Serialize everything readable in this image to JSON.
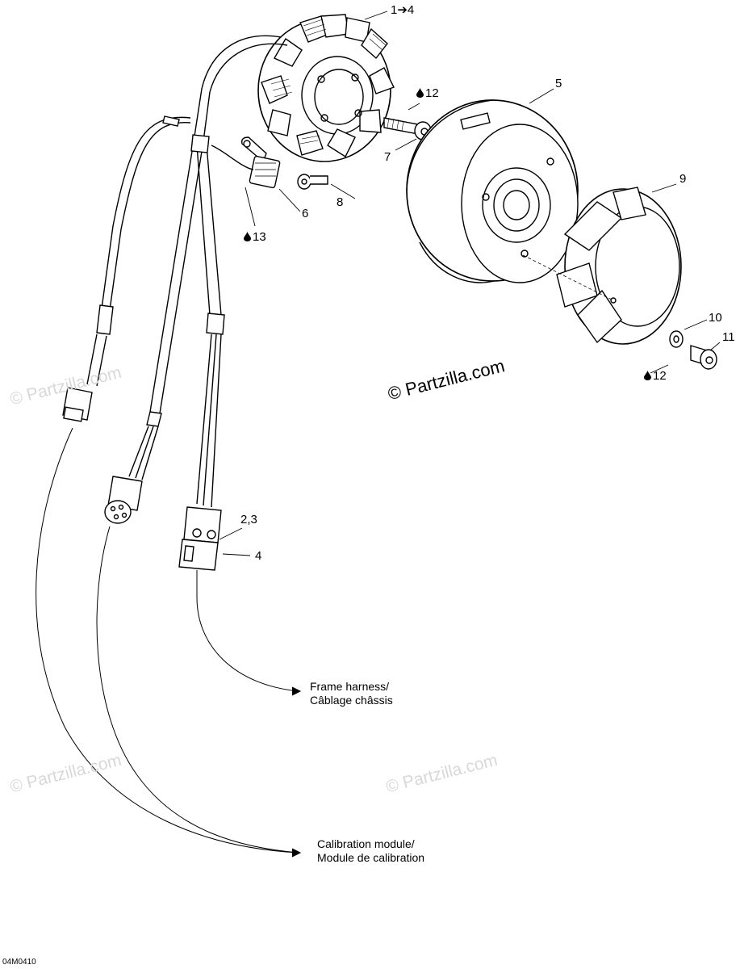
{
  "callouts": {
    "c1_4": "1",
    "c1_4_arrow": "➔",
    "c1_4_end": "4",
    "c5": "5",
    "c7": "7",
    "c8": "8",
    "c6": "6",
    "c9": "9",
    "c10": "10",
    "c11": "11",
    "c2_3": "2,3",
    "c4": "4",
    "c12_top": "12",
    "c12_bottom": "12",
    "c13": "13"
  },
  "notes": {
    "frame_harness_en": "Frame harness/",
    "frame_harness_fr": "Câblage châssis",
    "calibration_en": "Calibration module/",
    "calibration_fr": "Module de calibration"
  },
  "watermarks": {
    "main": "© Partzilla.com",
    "faint": "© Partzilla.com"
  },
  "figure_code": "04M0410",
  "icons": [
    "oil-drop-icon"
  ]
}
